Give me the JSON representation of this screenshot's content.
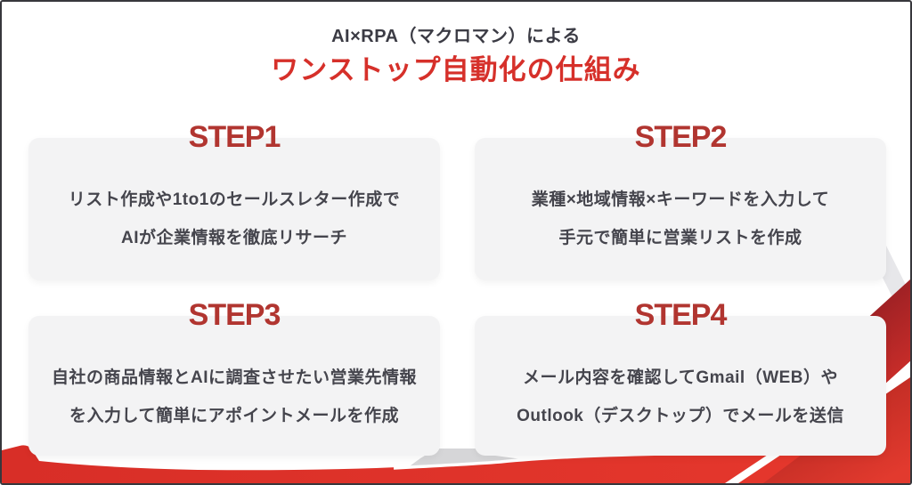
{
  "header": {
    "subtitle": "AI×RPA（マクロマン）による",
    "title": "ワンストップ自動化の仕組み"
  },
  "steps": [
    {
      "label": "STEP1",
      "lines": [
        "リスト作成や1to1のセールスレター作成で",
        "AIが企業情報を徹底リサーチ"
      ]
    },
    {
      "label": "STEP2",
      "lines": [
        "業種×地域情報×キーワードを入力して",
        "手元で簡単に営業リストを作成"
      ]
    },
    {
      "label": "STEP3",
      "lines": [
        "自社の商品情報とAIに調査させたい営業先情報",
        "を入力して簡単にアポイントメールを作成"
      ]
    },
    {
      "label": "STEP4",
      "lines": [
        "メール内容を確認してGmail（WEB）や",
        "Outlook（デスクトップ）でメールを送信"
      ]
    }
  ],
  "colors": {
    "title_red": "#d6302a",
    "step_red": "#b13530",
    "subtitle_gray": "#3b3b44",
    "body_text": "#45454d",
    "card_bg": "#f3f3f4",
    "wave_red": "#dc332a",
    "ribbon_dark_red": "#8a1b22",
    "ribbon_bright_red": "#e23a2e",
    "silver": "#d6d6d8",
    "frame_border": "#37373c"
  }
}
